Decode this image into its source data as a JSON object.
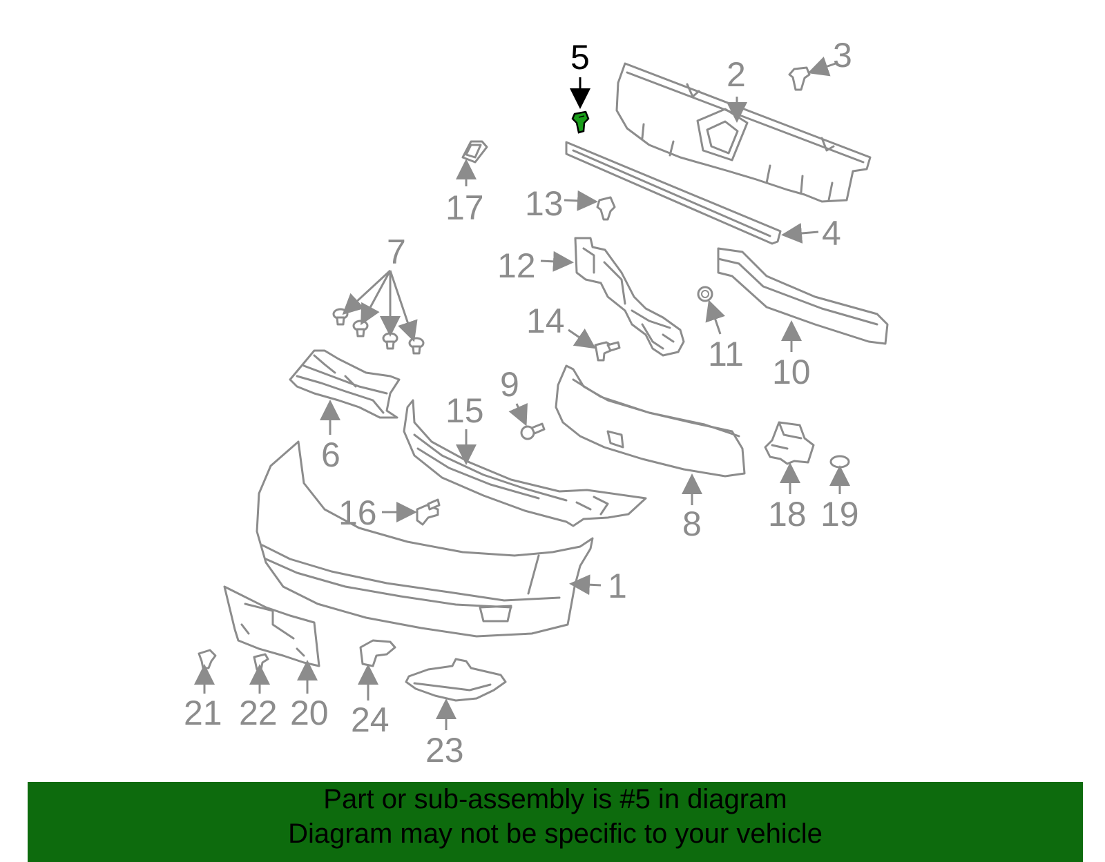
{
  "diagram": {
    "highlight_color": "#1a9e1a",
    "part_color": "#8c8c8c",
    "callouts": {
      "c1": "1",
      "c2": "2",
      "c3": "3",
      "c4": "4",
      "c5": "5",
      "c6": "6",
      "c7": "7",
      "c8": "8",
      "c9": "9",
      "c10": "10",
      "c11": "11",
      "c12": "12",
      "c13": "13",
      "c14": "14",
      "c15": "15",
      "c16": "16",
      "c17": "17",
      "c18": "18",
      "c19": "19",
      "c20": "20",
      "c21": "21",
      "c22": "22",
      "c23": "23",
      "c24": "24"
    },
    "highlighted_part": "5"
  },
  "banner": {
    "background": "#0d6b0d",
    "line1": "Part or sub-assembly is #5 in diagram",
    "line2": "Diagram may not be specific to your vehicle"
  }
}
